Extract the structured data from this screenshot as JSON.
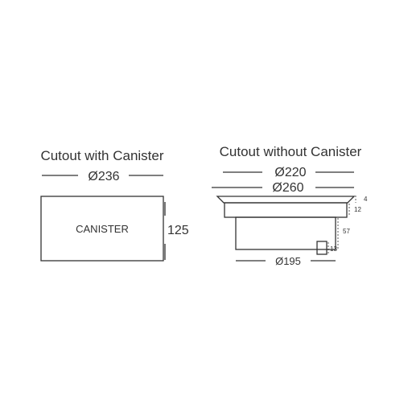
{
  "left": {
    "title": "Cutout with Canister",
    "diameter": "Ø236",
    "box_label": "CANISTER",
    "height": "125"
  },
  "right": {
    "title": "Cutout without Canister",
    "diameter_inner": "Ø220",
    "diameter_outer": "Ø260",
    "bottom_diameter": "Ø195",
    "dims": {
      "flange": "4",
      "top_step": "12",
      "body": "57",
      "stub": "13"
    }
  }
}
